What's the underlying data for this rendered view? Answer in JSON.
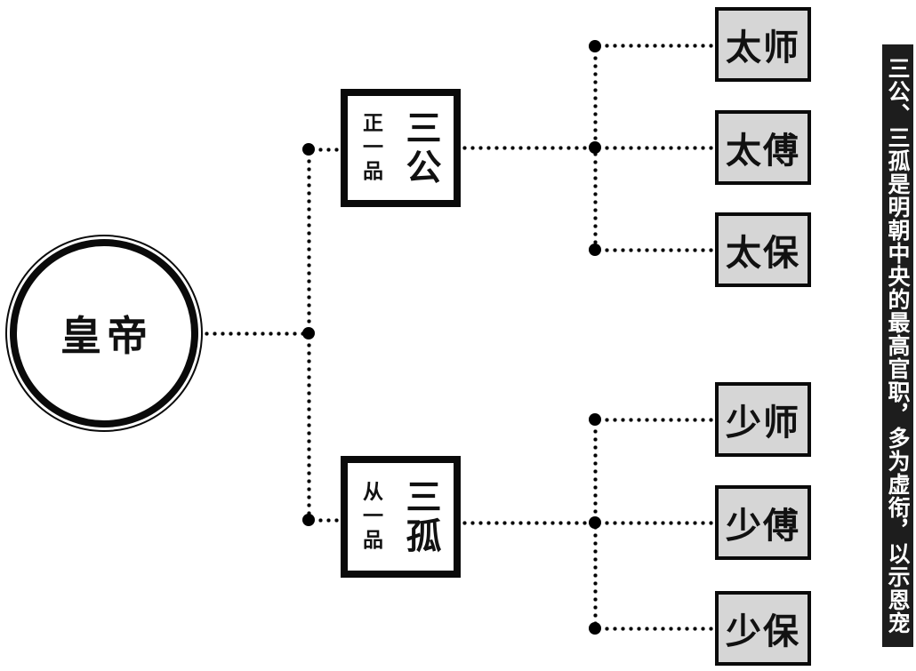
{
  "root": {
    "label": "皇帝"
  },
  "groups": [
    {
      "title": "三公",
      "rank": "正一品"
    },
    {
      "title": "三孤",
      "rank": "从一品"
    }
  ],
  "offices": [
    {
      "label": "太师"
    },
    {
      "label": "太傅"
    },
    {
      "label": "太保"
    },
    {
      "label": "少师"
    },
    {
      "label": "少傅"
    },
    {
      "label": "少保"
    }
  ],
  "side_note": "三公、三孤是明朝中央的最高官职，多为虚衔，以示恩宠",
  "colors": {
    "background": "#ffffff",
    "line": "#000000",
    "node_border": "#0a0a0a",
    "office_fill": "#d6d6d6",
    "note_bg": "#1d1d1d",
    "note_text": "#ffffff"
  }
}
